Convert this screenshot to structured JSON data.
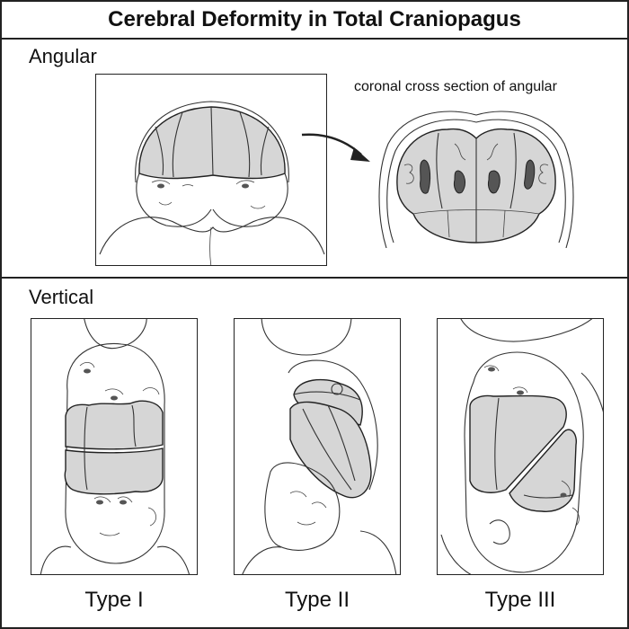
{
  "title": "Cerebral Deformity in Total Craniopagus",
  "sections": {
    "angular": {
      "label": "Angular",
      "coronal_caption": "coronal cross section of angular"
    },
    "vertical": {
      "label": "Vertical",
      "types": [
        {
          "label": "Type I"
        },
        {
          "label": "Type II"
        },
        {
          "label": "Type III"
        }
      ]
    }
  },
  "colors": {
    "brain_fill": "#d6d6d6",
    "outline": "#222222",
    "ventricle": "#555555"
  }
}
